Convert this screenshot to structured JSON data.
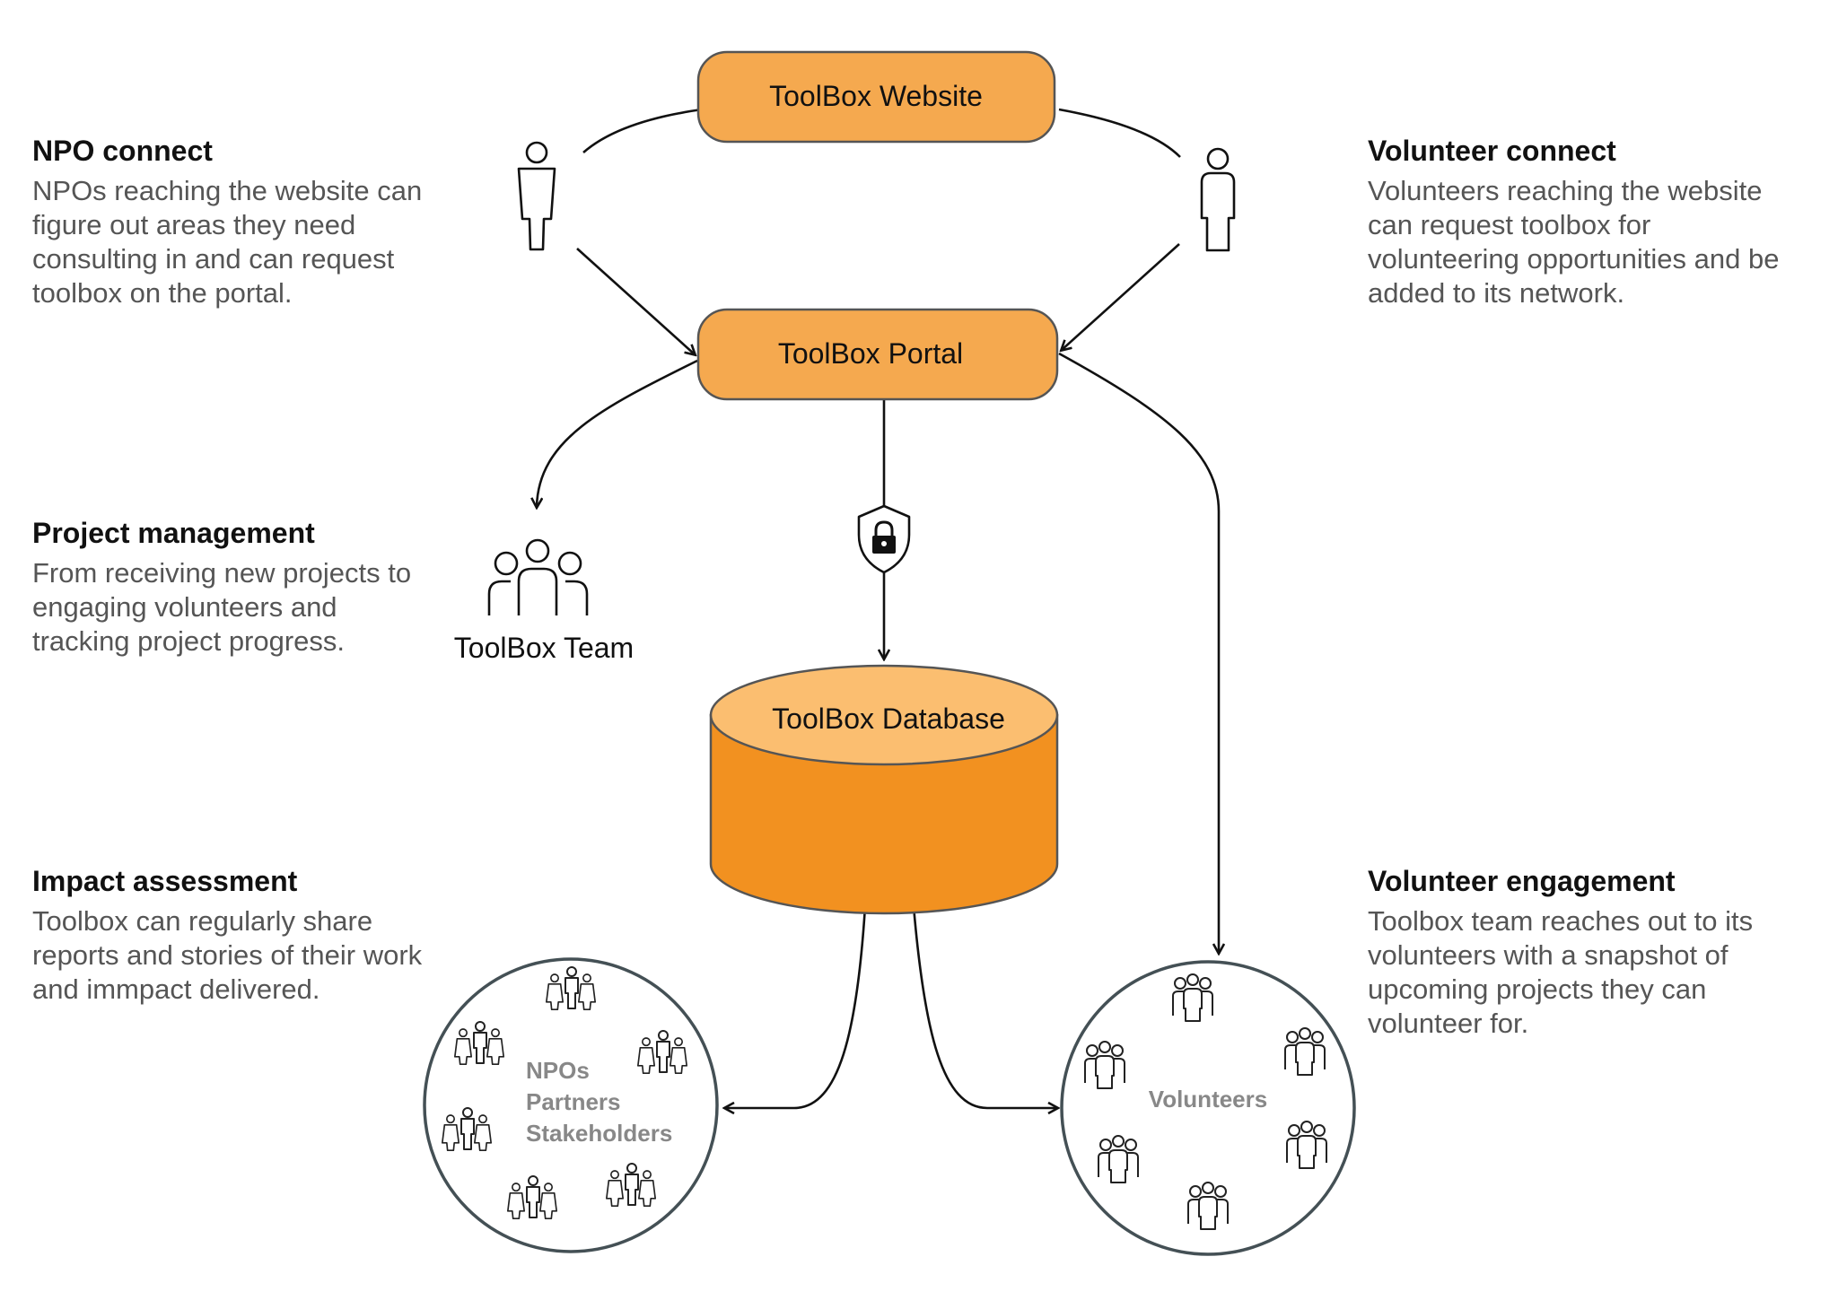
{
  "nodes": {
    "website": "ToolBox Website",
    "portal": "ToolBox Portal",
    "database": "ToolBox Database",
    "team": "ToolBox Team"
  },
  "groups": {
    "stakeholders_lines": [
      "NPOs",
      "Partners",
      "Stakeholders"
    ],
    "volunteers": "Volunteers"
  },
  "sections": {
    "npo_connect": {
      "title": "NPO connect",
      "description": "NPOs reaching the website can figure out areas they need consulting in and can request toolbox on the portal."
    },
    "volunteer_connect": {
      "title": "Volunteer connect",
      "description": "Volunteers reaching the website can request toolbox for volunteering opportunities and be added to its network."
    },
    "project_management": {
      "title": "Project management",
      "description": "From receiving new projects to engaging volunteers and tracking project progress."
    },
    "impact_assessment": {
      "title": "Impact assessment",
      "description": "Toolbox can regularly share reports and stories of their work and immpact delivered."
    },
    "volunteer_engagement": {
      "title": "Volunteer engagement",
      "description": "Toolbox team reaches out to its volunteers with a snapshot of upcoming projects they can volunteer for."
    }
  },
  "icons": {
    "npo_person": "person-icon",
    "volunteer_person": "person-icon",
    "team": "team-icon",
    "security": "shield-lock-icon"
  },
  "colors": {
    "node_fill": "#F5A94F",
    "node_stroke": "#555555",
    "db_body": "#F29120",
    "db_top": "#FBBE70",
    "circle_stroke": "#445055",
    "text_muted": "#555555"
  }
}
